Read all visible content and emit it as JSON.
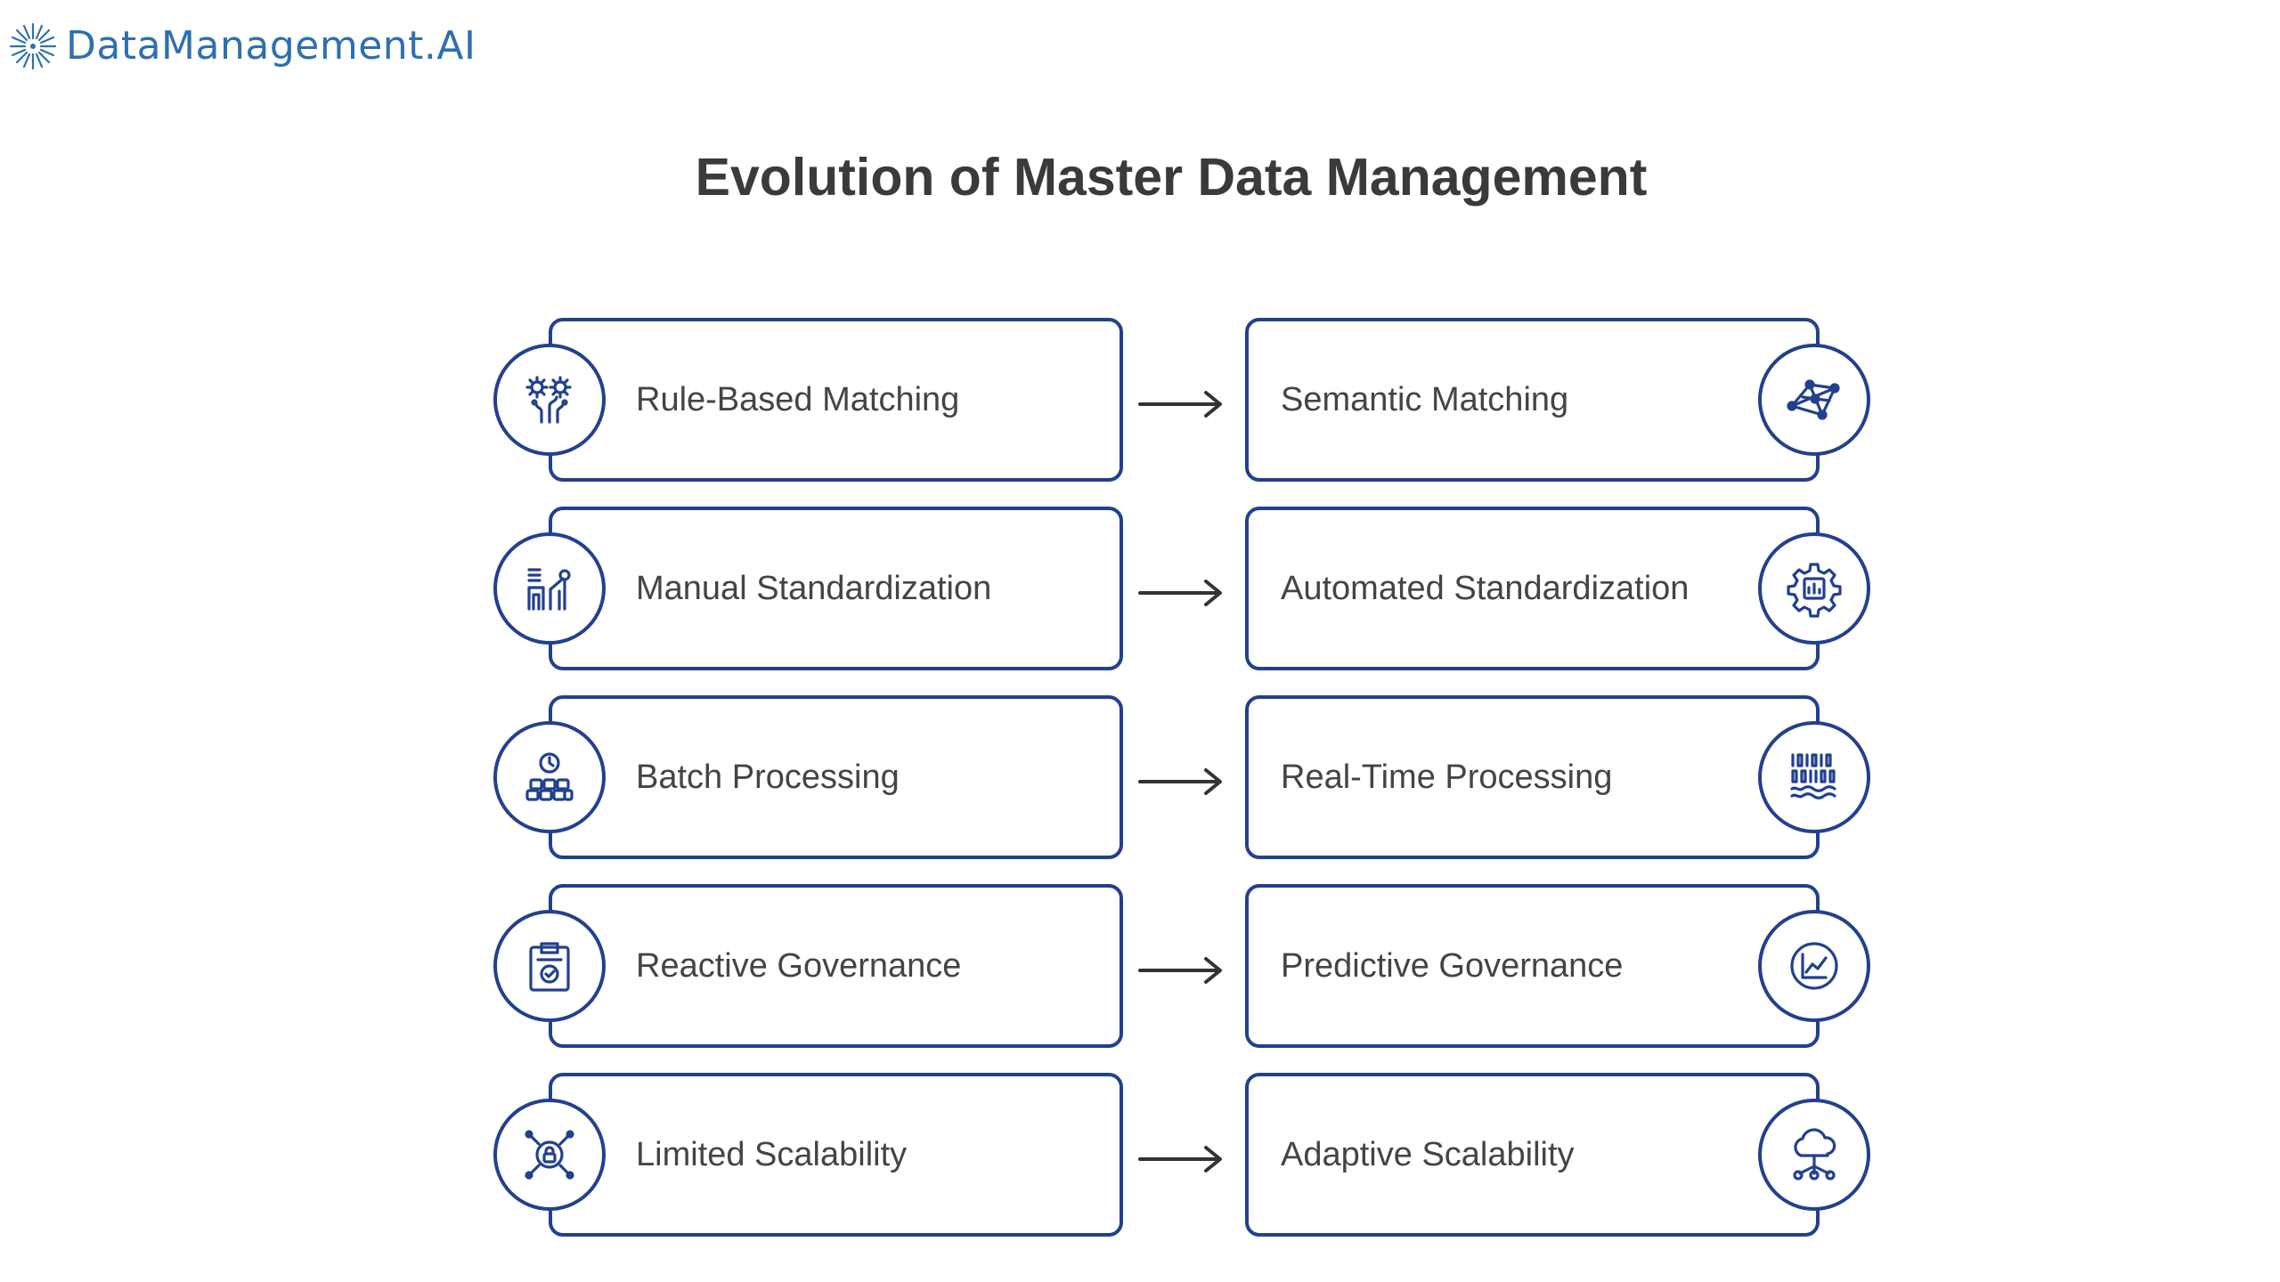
{
  "brand": {
    "name": "DataManagement.AI",
    "color": "#2f6fb0"
  },
  "title": "Evolution of Master Data Management",
  "accent_color": "#23408e",
  "rows": [
    {
      "from": {
        "label": "Rule-Based Matching",
        "icon": "rules-gears-icon"
      },
      "to": {
        "label": "Semantic Matching",
        "icon": "semantic-network-icon"
      }
    },
    {
      "from": {
        "label": "Manual Standardization",
        "icon": "manual-worker-chart-icon"
      },
      "to": {
        "label": "Automated Standardization",
        "icon": "automation-gear-icon"
      }
    },
    {
      "from": {
        "label": "Batch Processing",
        "icon": "batch-clock-icon"
      },
      "to": {
        "label": "Real-Time Processing",
        "icon": "binary-stream-icon"
      }
    },
    {
      "from": {
        "label": "Reactive Governance",
        "icon": "clipboard-check-icon"
      },
      "to": {
        "label": "Predictive Governance",
        "icon": "trend-chart-icon"
      }
    },
    {
      "from": {
        "label": "Limited Scalability",
        "icon": "locked-nodes-icon"
      },
      "to": {
        "label": "Adaptive Scalability",
        "icon": "cloud-network-icon"
      }
    }
  ]
}
